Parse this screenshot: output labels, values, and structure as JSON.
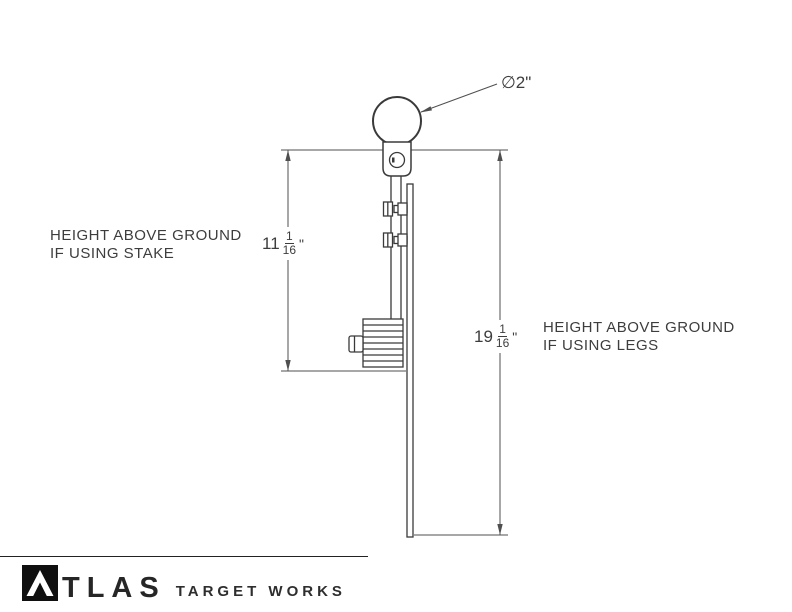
{
  "colors": {
    "background": "#ffffff",
    "line": "#3a3a3a",
    "dimension": "#4f4f4f",
    "text": "#3d3d3d",
    "logo_black": "#101010"
  },
  "callout": {
    "diameter": "∅2\""
  },
  "notes": {
    "stake": {
      "line1": "HEIGHT ABOVE GROUND",
      "line2": "IF USING STAKE"
    },
    "legs": {
      "line1": "HEIGHT ABOVE GROUND",
      "line2": "IF USING LEGS"
    }
  },
  "dimensions": {
    "stake": {
      "whole": "11",
      "numerator": "1",
      "denominator": "16",
      "unit": "\""
    },
    "legs": {
      "whole": "19",
      "numerator": "1",
      "denominator": "16",
      "unit": "\""
    }
  },
  "logo": {
    "mark_icon": "atlas-a-icon",
    "wordmark": "TLAS",
    "tagline": "TARGET WORKS"
  }
}
